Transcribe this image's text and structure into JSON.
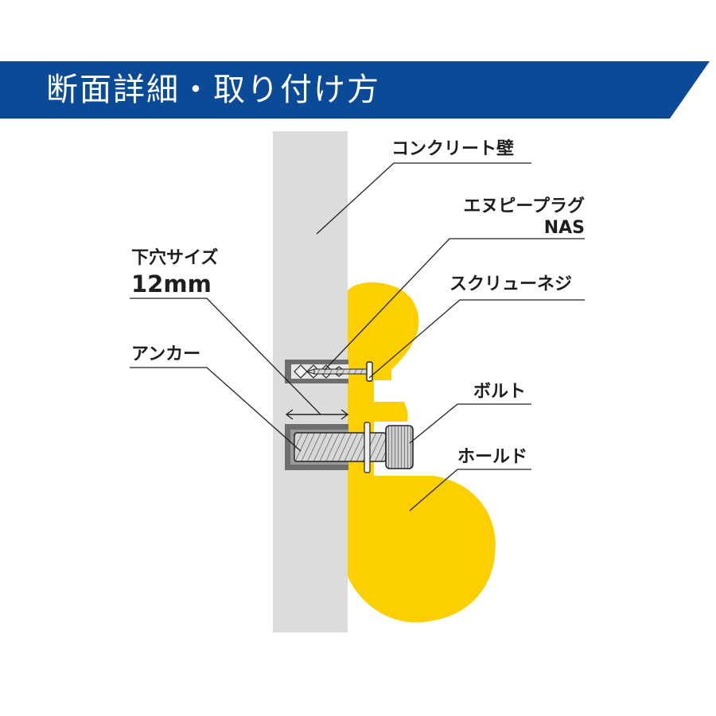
{
  "header": {
    "title": "断面詳細・取り付け方"
  },
  "labels": {
    "concrete_wall": "コンクリート壁",
    "nplug_line1": "エヌピープラグ",
    "nplug_line2": "NAS",
    "screw": "スクリューネジ",
    "hole_size_label": "下穴サイズ",
    "hole_size_value": "12mm",
    "anchor": "アンカー",
    "bolt": "ボルト",
    "hold": "ホールド"
  },
  "colors": {
    "banner": "#0b4a96",
    "wall": "#dcdcdc",
    "hold": "#fcd000",
    "anchor": "#6e6e6e",
    "line": "#222222"
  }
}
